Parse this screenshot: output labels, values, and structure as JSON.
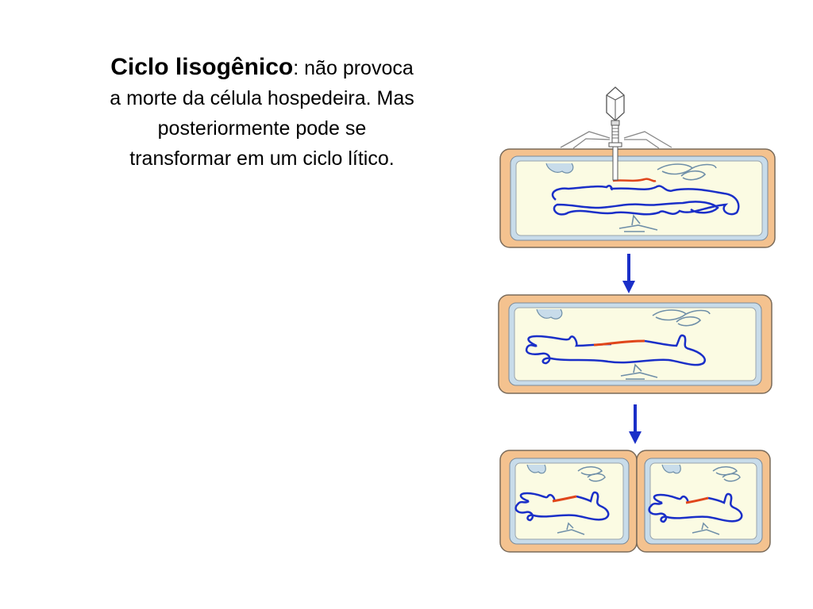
{
  "caption": {
    "term": "Ciclo lisogênico",
    "line1_rest": ": não provoca",
    "line2": "a morte da célula hospedeira. Mas",
    "line3": "posteriormente pode se",
    "line4": "transformar em um ciclo lítico."
  },
  "colors": {
    "cell_wall": "#f4c28f",
    "cell_wall_stroke": "#7a6b5a",
    "membrane": "#c8dcea",
    "cytoplasm": "#fbfbe3",
    "bacterial_dna": "#1a2fc8",
    "phage_dna": "#e0461b",
    "arrow": "#1a2fc8",
    "plasmid": "#6f8fa8"
  },
  "stages": [
    {
      "name": "phage-injection"
    },
    {
      "name": "prophage-integration"
    },
    {
      "name": "cell-division"
    }
  ]
}
